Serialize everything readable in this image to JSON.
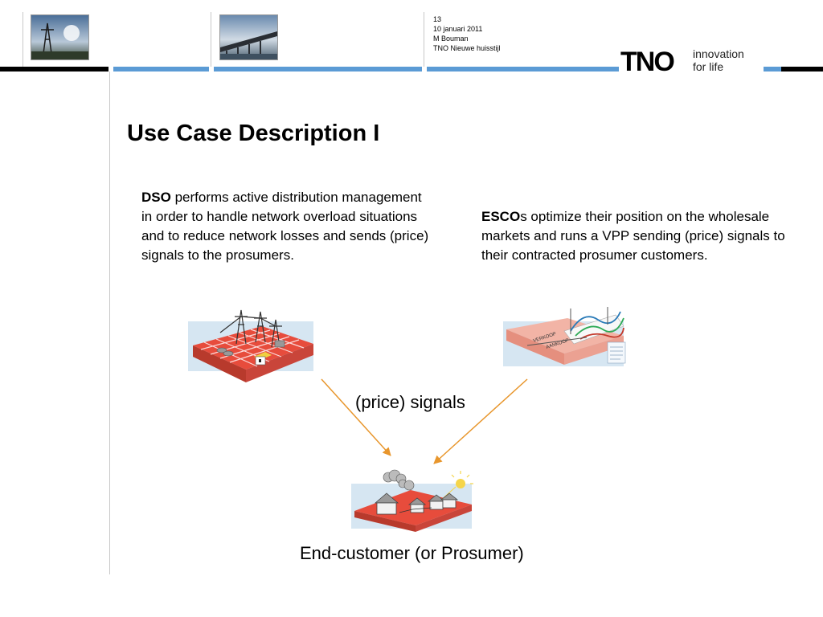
{
  "slide": {
    "number": "13",
    "date": "10 januari 2011",
    "author": "M Bouman",
    "template": "TNO Nieuwe huisstijl"
  },
  "logo": {
    "brand": "TNO",
    "tagline_line1": "innovation",
    "tagline_line2": "for life"
  },
  "title": "Use Case Description I",
  "dso": {
    "bold": "DSO",
    "text": " performs active distribution management in order to handle network overload situations and to reduce network losses  and sends (price) signals to the prosumers."
  },
  "esco": {
    "bold": "ESCO",
    "text": "s optimize their position on the wholesale markets and runs a VPP sending (price) signals to their contracted prosumer customers."
  },
  "signals_label": "(price) signals",
  "end_customer_label": "End-customer (or Prosumer)",
  "esco_illustration_labels": [
    "VERKOOP",
    "AANKOOP"
  ],
  "colors": {
    "arrow": "#e8962c",
    "accent_blue": "#5b9bd5",
    "grid_red": "#e74c3c"
  },
  "icons": [
    "power-grid-illustration",
    "market-trading-illustration",
    "prosumer-houses-illustration",
    "power-pylon-photo",
    "bridge-photo"
  ]
}
